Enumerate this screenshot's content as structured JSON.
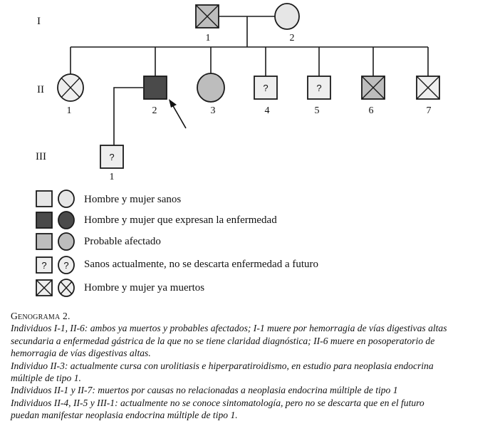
{
  "generations": [
    {
      "label": "I",
      "members": [
        {
          "id": "I-1",
          "number": "1",
          "sex": "male",
          "status": "probable",
          "deceased": true
        },
        {
          "id": "I-2",
          "number": "2",
          "sex": "female",
          "status": "healthy",
          "deceased": false
        }
      ]
    },
    {
      "label": "II",
      "members": [
        {
          "id": "II-1",
          "number": "1",
          "sex": "female",
          "status": "deceased",
          "deceased": true
        },
        {
          "id": "II-2",
          "number": "2",
          "sex": "male",
          "status": "affected",
          "deceased": false,
          "proband": true
        },
        {
          "id": "II-3",
          "number": "3",
          "sex": "female",
          "status": "probable",
          "deceased": false
        },
        {
          "id": "II-4",
          "number": "4",
          "sex": "male",
          "status": "unknown",
          "deceased": false
        },
        {
          "id": "II-5",
          "number": "5",
          "sex": "male",
          "status": "unknown",
          "deceased": false
        },
        {
          "id": "II-6",
          "number": "6",
          "sex": "male",
          "status": "probable",
          "deceased": true
        },
        {
          "id": "II-7",
          "number": "7",
          "sex": "male",
          "status": "deceased",
          "deceased": true
        }
      ]
    },
    {
      "label": "III",
      "members": [
        {
          "id": "III-1",
          "number": "1",
          "sex": "male",
          "status": "unknown",
          "deceased": false
        }
      ]
    }
  ],
  "unknown_mark": "?",
  "colors": {
    "healthy": "#e6e6e6",
    "affected": "#4a4a4a",
    "probable": "#bdbdbd",
    "unknown": "#eeeeee",
    "deceased": "#eeeeee",
    "stroke": "#1a1a1a"
  },
  "legend": [
    {
      "status": "healthy",
      "label": "Hombre y mujer sanos"
    },
    {
      "status": "affected",
      "label": "Hombre y mujer que expresan la enfermedad"
    },
    {
      "status": "probable",
      "label": "Probable afectado"
    },
    {
      "status": "unknown",
      "label": "Sanos actualmente, no se descarta enfermedad a futuro"
    },
    {
      "status": "deceased",
      "label": "Hombre y mujer ya muertos"
    }
  ],
  "caption": {
    "title": "Genograma 2.",
    "lines": [
      "Individuos I-1, II-6: ambos ya muertos y probables afectados; I-1 muere por hemorragia de vías digestivas altas",
      "secundaria a enfermedad gástrica de la que no se tiene claridad diagnóstica; II-6 muere en posoperatorio de",
      "hemorragia de vías digestivas altas.",
      "Individuo II-3: actualmente cursa con urolitiasis e hiperparatiroidismo, en estudio para neoplasia endocrina",
      "múltiple de tipo 1.",
      "Individuos II-1 y II-7: muertos por causas no relacionadas a neoplasia endocrina múltiple de tipo 1",
      "Individuos II-4, II-5 y III-1: actualmente no se conoce sintomatología, pero no se descarta que en el futuro",
      "puedan manifestar neoplasia endocrina múltiple de tipo 1."
    ]
  }
}
